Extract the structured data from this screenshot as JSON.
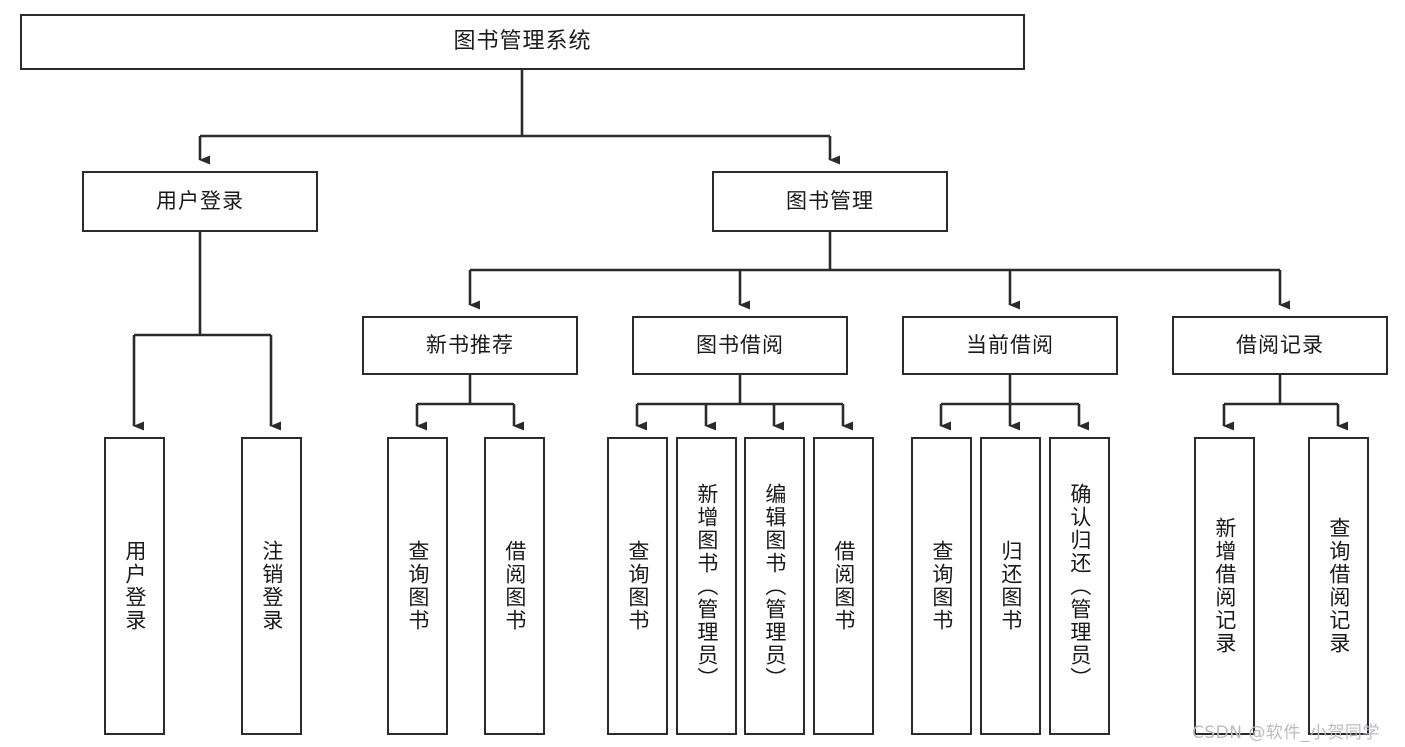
{
  "diagram": {
    "title": "图书管理系统",
    "watermark": "CSDN @软件_小贺同学",
    "line_color": "#2b2b2b",
    "box_fill": "#ffffff",
    "text_color": "#1a1a1a",
    "watermark_color": "#b9bcc2",
    "levels": {
      "root": {
        "label": "图书管理系统"
      },
      "level2": [
        {
          "label": "用户登录"
        },
        {
          "label": "图书管理"
        }
      ],
      "level3": [
        {
          "label": "新书推荐"
        },
        {
          "label": "图书借阅"
        },
        {
          "label": "当前借阅"
        },
        {
          "label": "借阅记录"
        }
      ],
      "leaves": {
        "user_login": [
          {
            "label": "用户登录"
          },
          {
            "label": "注销登录"
          }
        ],
        "new_book_recommend": [
          {
            "label": "查询图书"
          },
          {
            "label": "借阅图书"
          }
        ],
        "book_borrow": [
          {
            "label": "查询图书"
          },
          {
            "label": "新增图书（管理员）"
          },
          {
            "label": "编辑图书（管理员）"
          },
          {
            "label": "借阅图书"
          }
        ],
        "current_borrow": [
          {
            "label": "查询图书"
          },
          {
            "label": "归还图书"
          },
          {
            "label": "确认归还（管理员）"
          }
        ],
        "borrow_record": [
          {
            "label": "新增借阅记录"
          },
          {
            "label": "查询借阅记录"
          }
        ]
      }
    }
  }
}
